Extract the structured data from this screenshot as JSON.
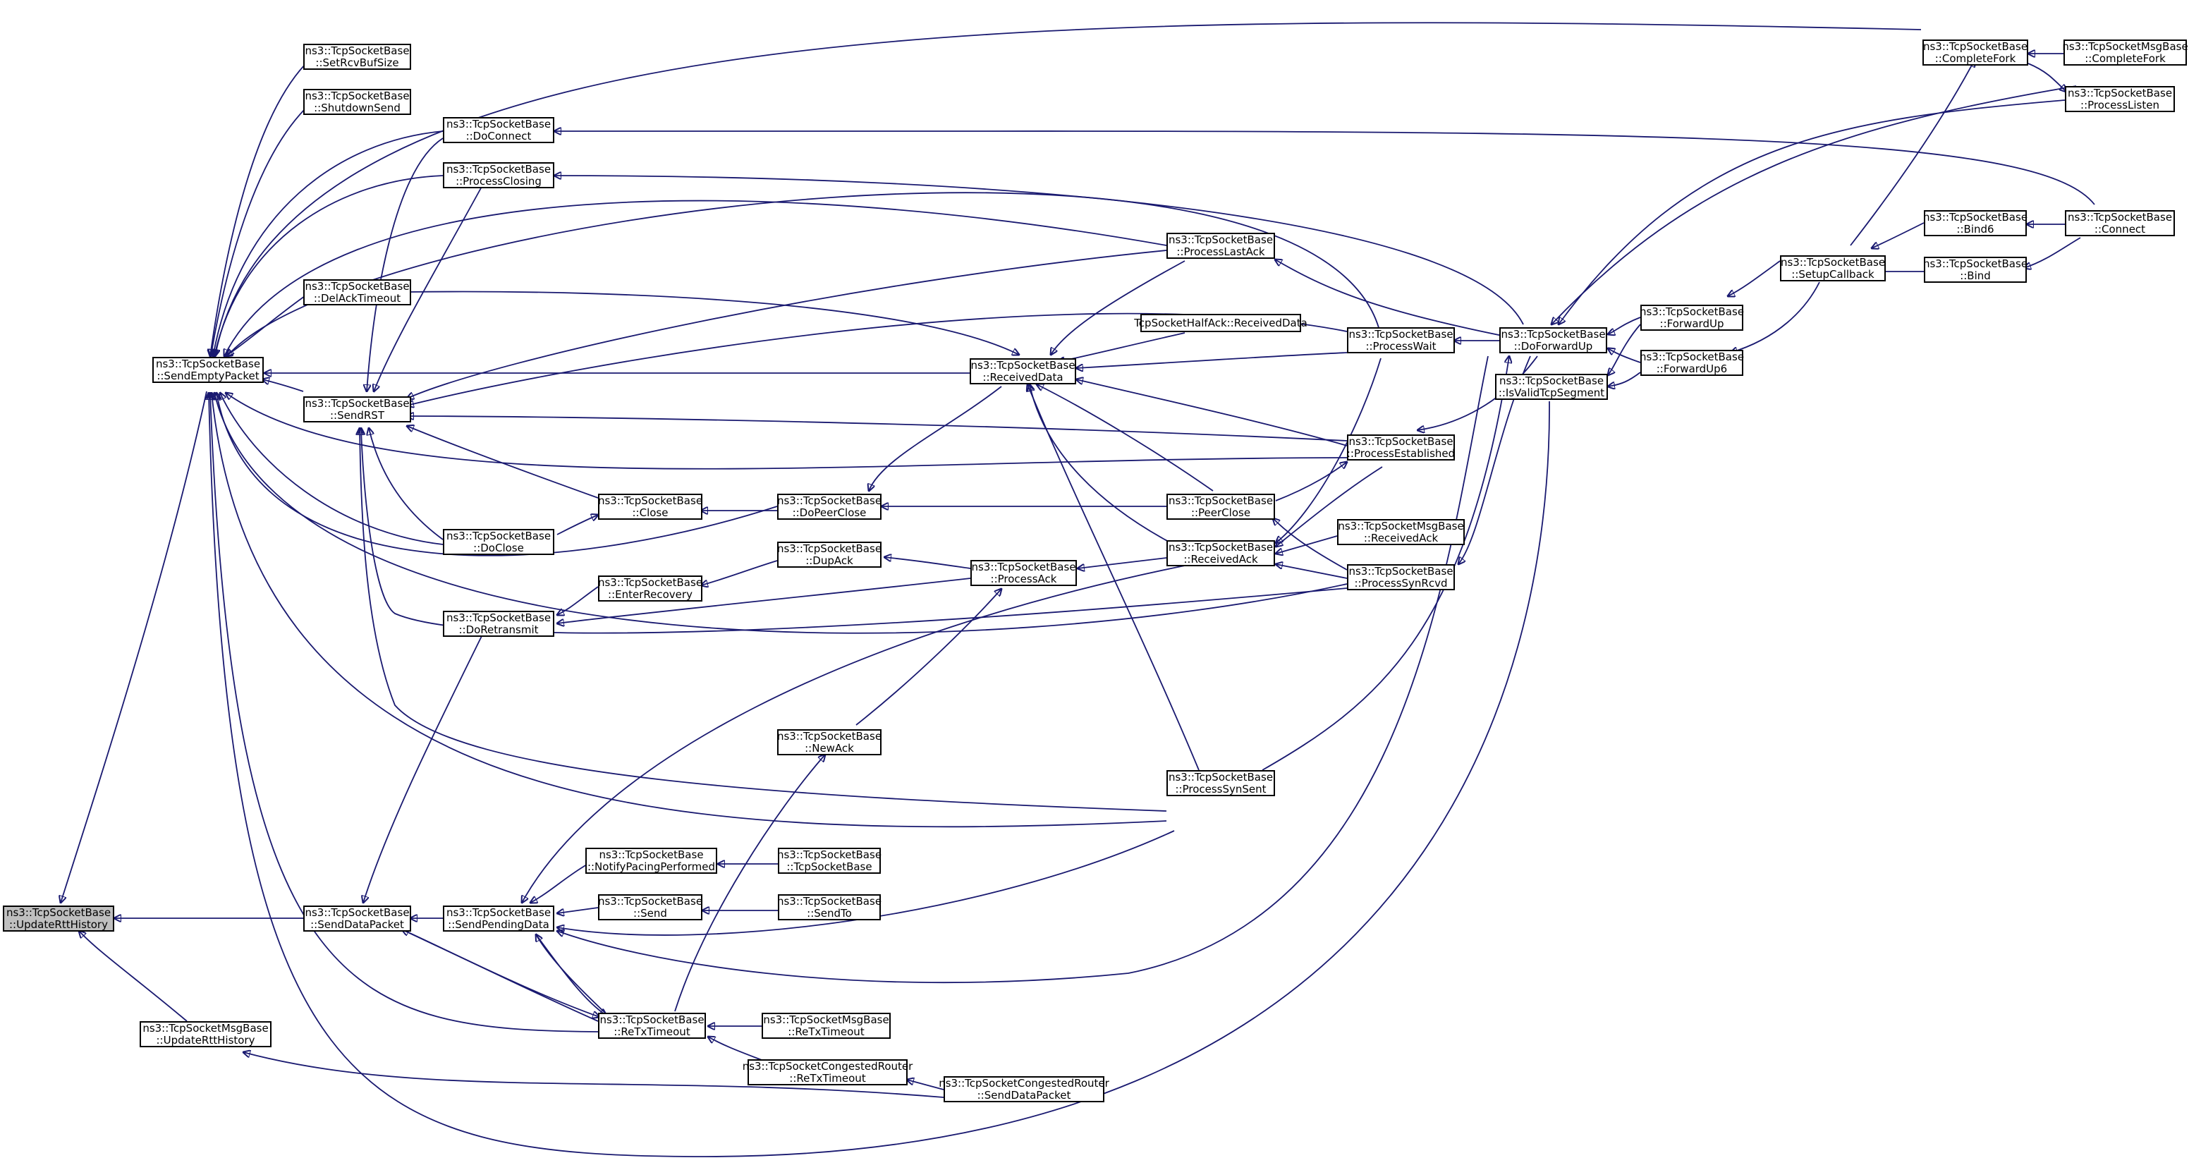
{
  "graph": {
    "edge_color": "#191970",
    "root_fill": "#bfbfbf",
    "nodes": {
      "root": [
        "ns3::TcpSocketBase",
        "::UpdateRttHistory"
      ],
      "sendEmpty": [
        "ns3::TcpSocketBase",
        "::SendEmptyPacket"
      ],
      "msgUpdateRtt": [
        "ns3::TcpSocketMsgBase",
        "::UpdateRttHistory"
      ],
      "sendDataPacket": [
        "ns3::TcpSocketBase",
        "::SendDataPacket"
      ],
      "setRcvBuf": [
        "ns3::TcpSocketBase",
        "::SetRcvBufSize"
      ],
      "shutdownSend": [
        "ns3::TcpSocketBase",
        "::ShutdownSend"
      ],
      "doConnect": [
        "ns3::TcpSocketBase",
        "::DoConnect"
      ],
      "processClosing": [
        "ns3::TcpSocketBase",
        "::ProcessClosing"
      ],
      "delAckTimeout": [
        "ns3::TcpSocketBase",
        "::DelAckTimeout"
      ],
      "sendRST": [
        "ns3::TcpSocketBase",
        "::SendRST"
      ],
      "doClose": [
        "ns3::TcpSocketBase",
        "::DoClose"
      ],
      "doRetransmit": [
        "ns3::TcpSocketBase",
        "::DoRetransmit"
      ],
      "sendPending": [
        "ns3::TcpSocketBase",
        "::SendPendingData"
      ],
      "close": [
        "ns3::TcpSocketBase",
        "::Close"
      ],
      "enterRecovery": [
        "ns3::TcpSocketBase",
        "::EnterRecovery"
      ],
      "notifyPacing": [
        "ns3::TcpSocketBase",
        "::NotifyPacingPerformed"
      ],
      "send": [
        "ns3::TcpSocketBase",
        "::Send"
      ],
      "reTxTimeout": [
        "ns3::TcpSocketBase",
        "::ReTxTimeout"
      ],
      "doPeerClose": [
        "ns3::TcpSocketBase",
        "::DoPeerClose"
      ],
      "dupAck": [
        "ns3::TcpSocketBase",
        "::DupAck"
      ],
      "newAck": [
        "ns3::TcpSocketBase",
        "::NewAck"
      ],
      "ctor": [
        "ns3::TcpSocketBase",
        "::TcpSocketBase"
      ],
      "sendTo": [
        "ns3::TcpSocketBase",
        "::SendTo"
      ],
      "msgReTx": [
        "ns3::TcpSocketMsgBase",
        "::ReTxTimeout"
      ],
      "congReTx": [
        "ns3::TcpSocketCongestedRouter",
        "::ReTxTimeout"
      ],
      "receivedData": [
        "ns3::TcpSocketBase",
        "::ReceivedData"
      ],
      "processAck": [
        "ns3::TcpSocketBase",
        "::ProcessAck"
      ],
      "congSend": [
        "ns3::TcpSocketCongestedRouter",
        "::SendDataPacket"
      ],
      "processLastAck": [
        "ns3::TcpSocketBase",
        "::ProcessLastAck"
      ],
      "halfAck": [
        "TcpSocketHalfAck::ReceivedData"
      ],
      "peerClose": [
        "ns3::TcpSocketBase",
        "::PeerClose"
      ],
      "receivedAck": [
        "ns3::TcpSocketBase",
        "::ReceivedAck"
      ],
      "processSynSent": [
        "ns3::TcpSocketBase",
        "::ProcessSynSent"
      ],
      "processWait": [
        "ns3::TcpSocketBase",
        "::ProcessWait"
      ],
      "processEstablished": [
        "ns3::TcpSocketBase",
        "::ProcessEstablished"
      ],
      "processSynRcvd": [
        "ns3::TcpSocketBase",
        "::ProcessSynRcvd"
      ],
      "msgReceivedAck": [
        "ns3::TcpSocketMsgBase",
        "::ReceivedAck"
      ],
      "doForwardUp": [
        "ns3::TcpSocketBase",
        "::DoForwardUp"
      ],
      "isValidTcp": [
        "ns3::TcpSocketBase",
        "::IsValidTcpSegment"
      ],
      "forwardUp": [
        "ns3::TcpSocketBase",
        "::ForwardUp"
      ],
      "forwardUp6": [
        "ns3::TcpSocketBase",
        "::ForwardUp6"
      ],
      "setupCallback": [
        "ns3::TcpSocketBase",
        "::SetupCallback"
      ],
      "completeFork": [
        "ns3::TcpSocketBase",
        "::CompleteFork"
      ],
      "bind6": [
        "ns3::TcpSocketBase",
        "::Bind6"
      ],
      "bind": [
        "ns3::TcpSocketBase",
        "::Bind"
      ],
      "msgCompleteFork": [
        "ns3::TcpSocketMsgBase",
        "::CompleteFork"
      ],
      "processListen": [
        "ns3::TcpSocketBase",
        "::ProcessListen"
      ],
      "connect": [
        "ns3::TcpSocketBase",
        "::Connect"
      ]
    }
  }
}
